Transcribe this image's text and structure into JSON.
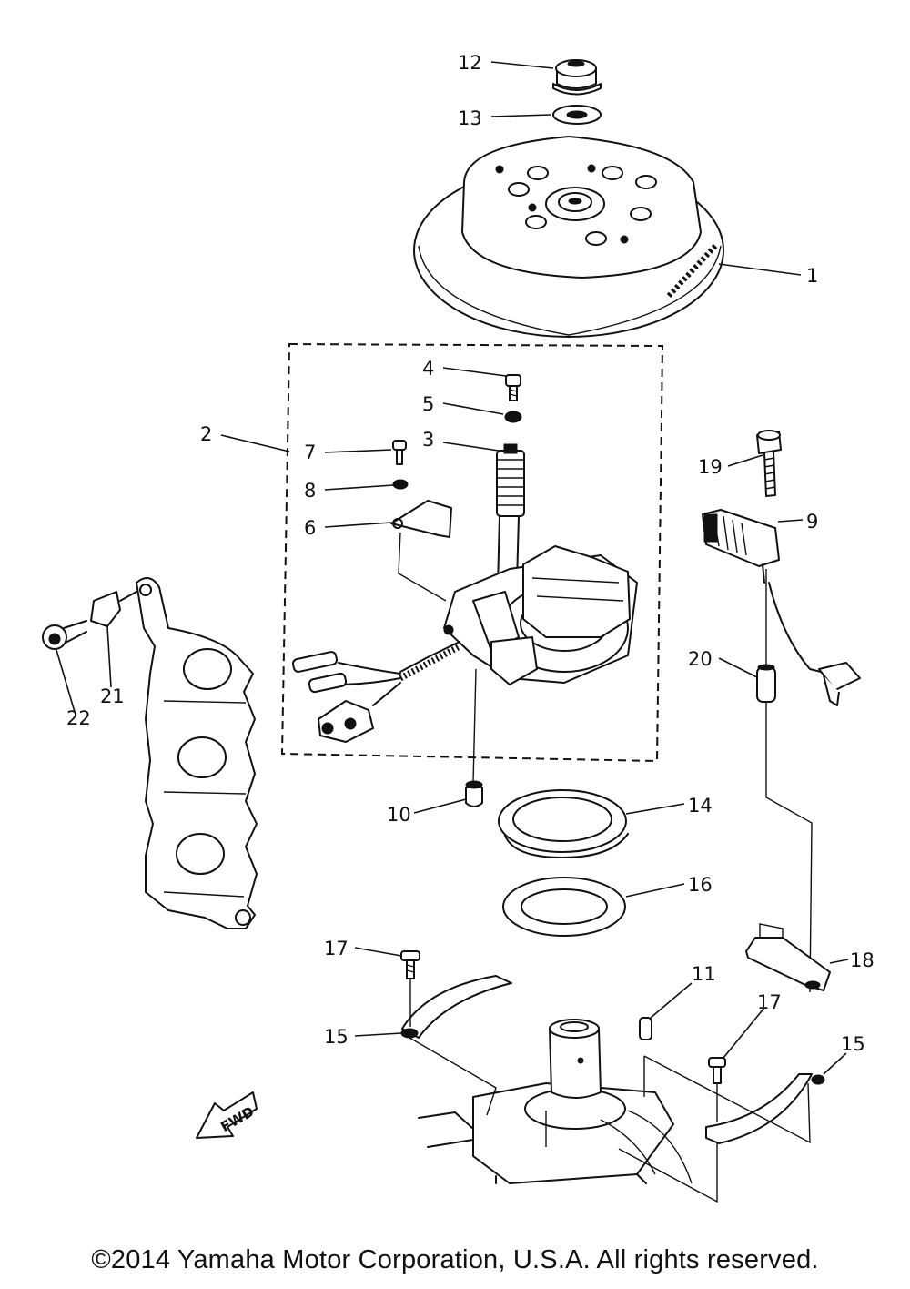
{
  "copyright": "©2014 Yamaha Motor Corporation, U.S.A. All rights reserved.",
  "fwd_label": "FWD",
  "callouts": {
    "c1": "1",
    "c2": "2",
    "c3": "3",
    "c4": "4",
    "c5": "5",
    "c6": "6",
    "c7": "7",
    "c8": "8",
    "c9": "9",
    "c10": "10",
    "c11": "11",
    "c12": "12",
    "c13": "13",
    "c14": "14",
    "c15a": "15",
    "c15b": "15",
    "c16": "16",
    "c17a": "17",
    "c17b": "17",
    "c18": "18",
    "c19": "19",
    "c20": "20",
    "c21": "21",
    "c22": "22"
  }
}
